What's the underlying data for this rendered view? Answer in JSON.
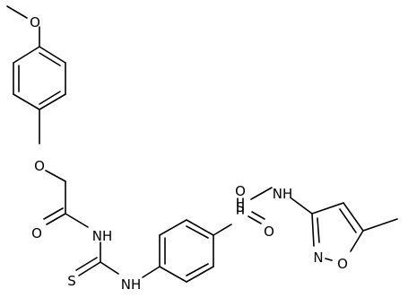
{
  "molecule": {
    "atom_labels": {
      "methoxy_o": "O",
      "ether_o": "O",
      "carbonyl_o": "O",
      "amide_nh": "NH",
      "thio_s": "S",
      "thiourea_nh": "NH",
      "sulfonyl_s": "S",
      "sulfonyl_o_top": "O",
      "sulfonyl_o_bottom": "O",
      "sulfonamide_nh": "NH",
      "isoxazole_n": "N",
      "isoxazole_o": "O"
    }
  }
}
